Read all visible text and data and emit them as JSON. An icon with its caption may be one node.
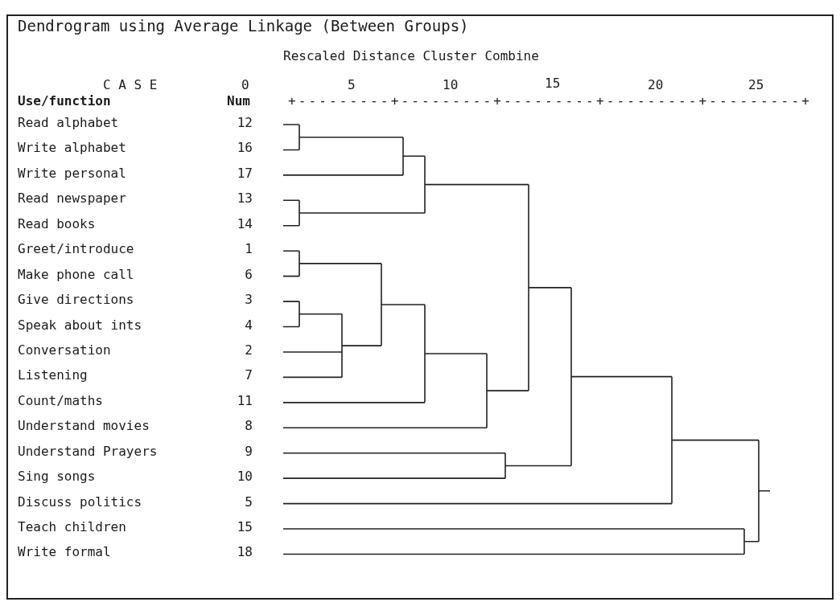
{
  "diagram": {
    "title": "Dendrogram using Average Linkage (Between Groups)",
    "labels": [
      "Rescaled Distance Cluster Combine",
      "C A S E",
      "0",
      "5",
      "10",
      "15",
      "20",
      "25",
      "Use/function",
      "Num",
      "+---------+---------+---------+---------+---------+",
      "Read alphabet",
      "12",
      "Write alphabet",
      "16",
      "Write personal",
      "17",
      "Read newspaper",
      "13",
      "Read books",
      "14",
      "Greet/introduce",
      "1",
      "Make phone call",
      "6",
      "Give directions",
      "3",
      "Speak about ints",
      "4",
      "Conversation",
      "2",
      "Listening",
      "7",
      "Count/maths",
      "11",
      "Understand movies",
      "8",
      "Understand Prayers",
      "9",
      "Sing songs",
      "10",
      "Discuss politics",
      "5",
      "Teach children",
      "15",
      "Write formal",
      "18"
    ]
  }
}
